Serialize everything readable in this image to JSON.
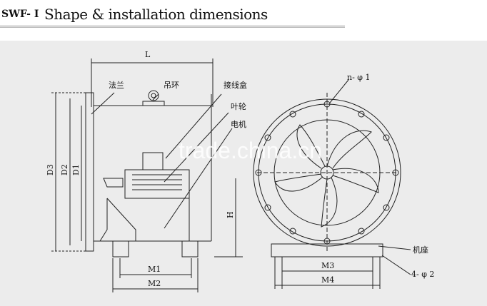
{
  "header": {
    "model": "SWF- Ⅰ",
    "title": "Shape & installation dimensions"
  },
  "labels": {
    "L": "L",
    "flange": "法兰",
    "lifting_ring": "吊环",
    "junction_box": "接线盒",
    "impeller": "叶轮",
    "motor": "电机",
    "D3": "D3",
    "D2": "D2",
    "D1": "D1",
    "H": "H",
    "M1": "M1",
    "M2": "M2",
    "n_phi1": "n- φ 1",
    "M3": "M3",
    "M4": "M4",
    "base": "机座",
    "four_phi2": "4- φ 2"
  },
  "watermark": "trade.china.cn"
}
